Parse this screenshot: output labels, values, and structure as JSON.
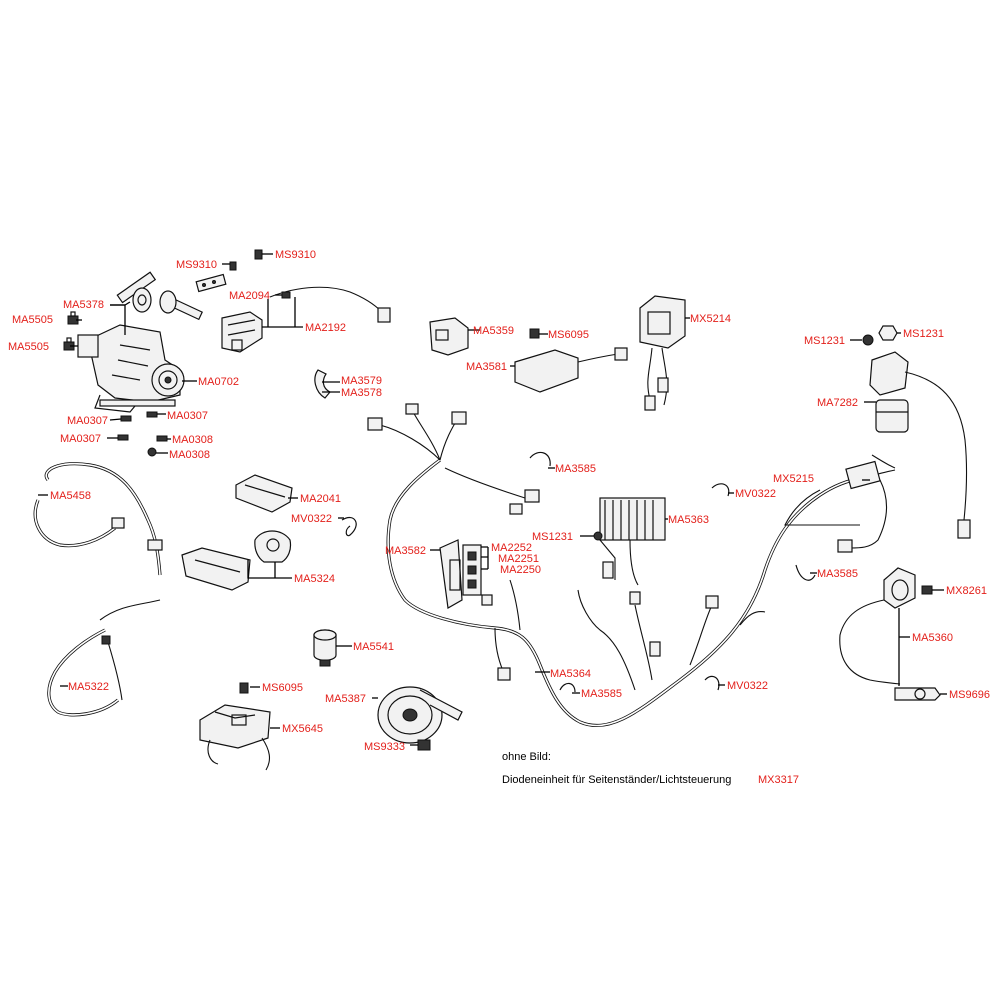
{
  "labels": {
    "ms9310_a": "MS9310",
    "ms9310_b": "MS9310",
    "ma2094": "MA2094",
    "ma2192": "MA2192",
    "ma5378": "MA5378",
    "ma5505_a": "MA5505",
    "ma5505_b": "MA5505",
    "ma0702": "MA0702",
    "ma0307_a": "MA0307",
    "ma0307_b": "MA0307",
    "ma0307_c": "MA0307",
    "ma0308_a": "MA0308",
    "ma0308_b": "MA0308",
    "ma5359": "MA5359",
    "ms6095_a": "MS6095",
    "ma3581": "MA3581",
    "mx5214": "MX5214",
    "ms1231_a": "MS1231",
    "ms1231_b": "MS1231",
    "ma7282": "MA7282",
    "ma3579": "MA3579",
    "ma3578": "MA3578",
    "ma3585_a": "MA3585",
    "ma3585_b": "MA3585",
    "ma3585_c": "MA3585",
    "ma5458": "MA5458",
    "ma2041": "MA2041",
    "mv0322_a": "MV0322",
    "mv0322_b": "MV0322",
    "mv0322_c": "MV0322",
    "mx5215": "MX5215",
    "ma5363": "MA5363",
    "ms1231_c": "MS1231",
    "ma3582": "MA3582",
    "ma2252": "MA2252",
    "ma2251": "MA2251",
    "ma2250": "MA2250",
    "ma5324": "MA5324",
    "mx8261": "MX8261",
    "ma5360": "MA5360",
    "ms9696": "MS9696",
    "ma5322": "MA5322",
    "ma5541": "MA5541",
    "ms6095_b": "MS6095",
    "mx5645": "MX5645",
    "ma5387": "MA5387",
    "ms9333": "MS9333",
    "ma5364": "MA5364"
  },
  "note": {
    "line1": "ohne Bild:",
    "line2_text": "Diodeneinheit für Seitenständer/Lichtsteuerung",
    "line2_code": "MX3317"
  },
  "colors": {
    "label": "#e3201b",
    "lines": "#111111"
  }
}
